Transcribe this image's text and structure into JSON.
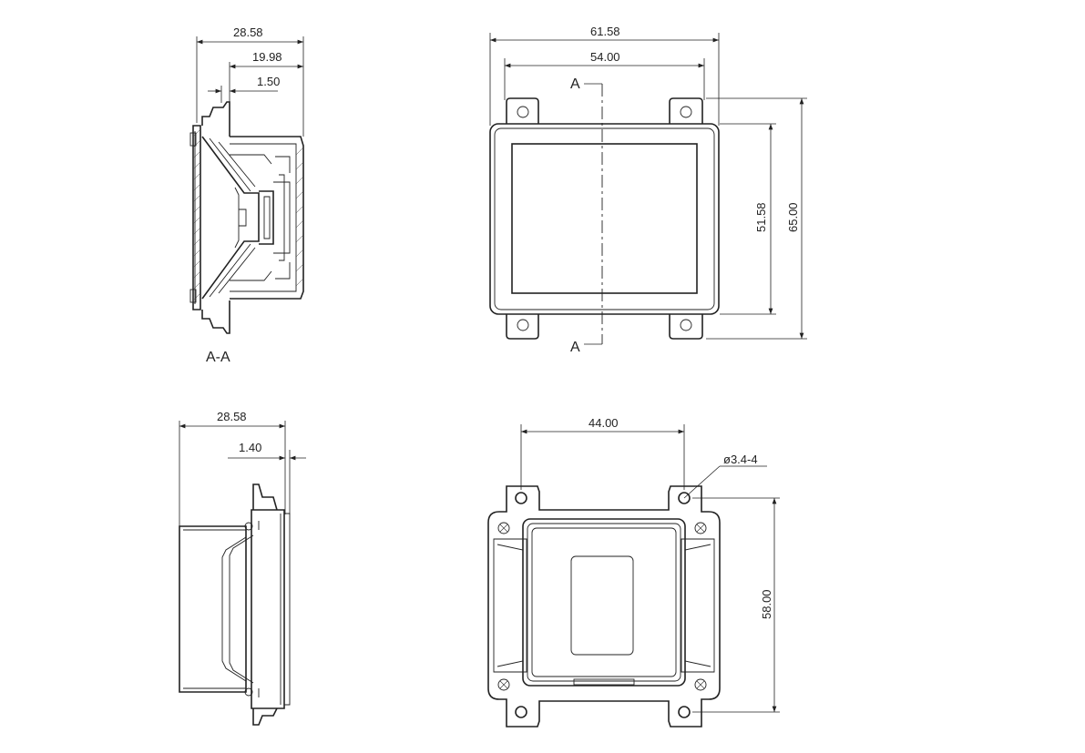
{
  "section_view": {
    "label": "A-A",
    "dims": {
      "overall_depth": "28.58",
      "body_depth": "19.98",
      "flange": "1.50"
    }
  },
  "front_view": {
    "dims": {
      "outer_width": "61.58",
      "inner_width": "54.00",
      "inner_height": "51.58",
      "outer_height": "65.00"
    },
    "section_marker_top": "A",
    "section_marker_bottom": "A"
  },
  "side_view": {
    "dims": {
      "overall_depth": "28.58",
      "flange": "1.40"
    }
  },
  "rear_view": {
    "dims": {
      "hole_spacing": "44.00",
      "hole_callout": "ø3.4-4",
      "hole_spacing_vertical": "58.00"
    }
  }
}
